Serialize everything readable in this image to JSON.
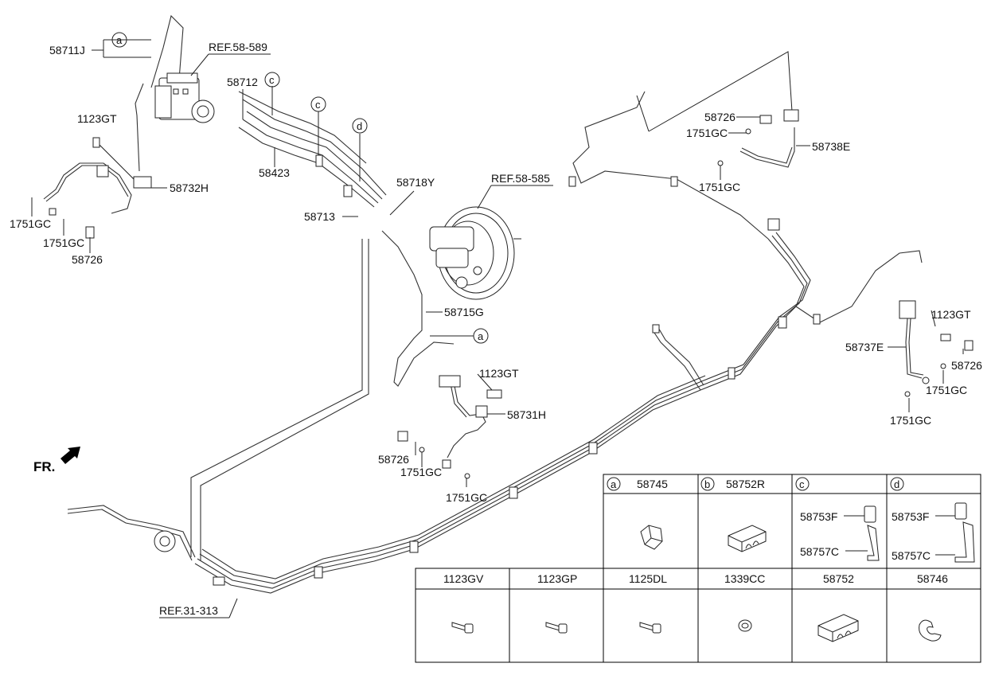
{
  "labels": {
    "l_58711J": "58711J",
    "l_ref_58589": "REF.58-589",
    "l_58712": "58712",
    "l_1123GT_a": "1123GT",
    "l_58423": "58423",
    "l_58732H": "58732H",
    "l_1751GC_a": "1751GC",
    "l_1751GC_b": "1751GC",
    "l_58726_a": "58726",
    "l_58713": "58713",
    "l_58718Y": "58718Y",
    "l_ref_58585": "REF.58-585",
    "l_58715G": "58715G",
    "l_1123GT_b": "1123GT",
    "l_58731H": "58731H",
    "l_58726_b": "58726",
    "l_1751GC_c": "1751GC",
    "l_1751GC_d": "1751GC",
    "l_58726_c": "58726",
    "l_1751GC_e": "1751GC",
    "l_1751GC_f": "1751GC",
    "l_58738E": "58738E",
    "l_1123GT_c": "1123GT",
    "l_58737E": "58737E",
    "l_58726_d": "58726",
    "l_1751GC_g": "1751GC",
    "l_1751GC_h": "1751GC",
    "l_ref_31313": "REF.31-313",
    "fr": "FR."
  },
  "callouts": {
    "a1": "a",
    "c1": "c",
    "c2": "c",
    "d1": "d",
    "a2": "a"
  },
  "legend_top": [
    {
      "letter": "a",
      "code": "58745"
    },
    {
      "letter": "b",
      "code": "58752R"
    },
    {
      "letter": "c",
      "code": "",
      "sub1": "58753F",
      "sub2": "58757C"
    },
    {
      "letter": "d",
      "code": "",
      "sub1": "58753F",
      "sub2": "58757C"
    }
  ],
  "legend_bottom": [
    {
      "code": "1123GV"
    },
    {
      "code": "1123GP"
    },
    {
      "code": "1125DL"
    },
    {
      "code": "1339CC"
    },
    {
      "code": "58752"
    },
    {
      "code": "58746"
    }
  ]
}
